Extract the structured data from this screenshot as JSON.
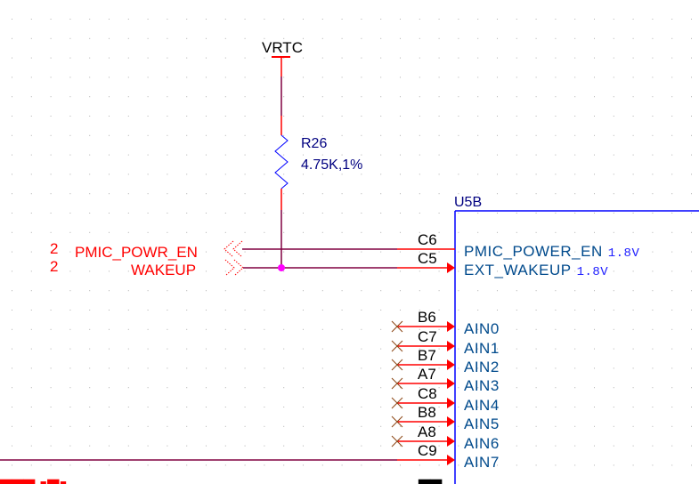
{
  "schematic": {
    "grid_color": "#b0b0b0",
    "colors": {
      "wire": "#800040",
      "pin": "#ff0000",
      "component": "#0000ff",
      "junction": "#ff00ff",
      "noconnect": "#8b4513",
      "port": "#ff0000"
    },
    "power": {
      "net_name": "VRTC"
    },
    "resistor": {
      "refdes": "R26",
      "value": "4.75K,1%"
    },
    "ports": [
      {
        "sheet": "2",
        "name": "PMIC_POWR_EN",
        "direction": "output"
      },
      {
        "sheet": "2",
        "name": "WAKEUP",
        "direction": "input"
      }
    ],
    "ic": {
      "refdes": "U5B",
      "pins": [
        {
          "number": "C6",
          "name": "PMIC_POWER_EN",
          "voltage": "1.8V",
          "arrow": false,
          "connected": true
        },
        {
          "number": "C5",
          "name": "EXT_WAKEUP",
          "voltage": "1.8V",
          "arrow": true,
          "connected": true
        },
        {
          "number": "B6",
          "name": "AIN0",
          "voltage": "",
          "arrow": true,
          "connected": false
        },
        {
          "number": "C7",
          "name": "AIN1",
          "voltage": "",
          "arrow": true,
          "connected": false
        },
        {
          "number": "B7",
          "name": "AIN2",
          "voltage": "",
          "arrow": true,
          "connected": false
        },
        {
          "number": "A7",
          "name": "AIN3",
          "voltage": "",
          "arrow": true,
          "connected": false
        },
        {
          "number": "C8",
          "name": "AIN4",
          "voltage": "",
          "arrow": true,
          "connected": false
        },
        {
          "number": "B8",
          "name": "AIN5",
          "voltage": "",
          "arrow": true,
          "connected": false
        },
        {
          "number": "A8",
          "name": "AIN6",
          "voltage": "",
          "arrow": true,
          "connected": false
        },
        {
          "number": "C9",
          "name": "AIN7",
          "voltage": "",
          "arrow": true,
          "connected": true
        }
      ]
    }
  }
}
